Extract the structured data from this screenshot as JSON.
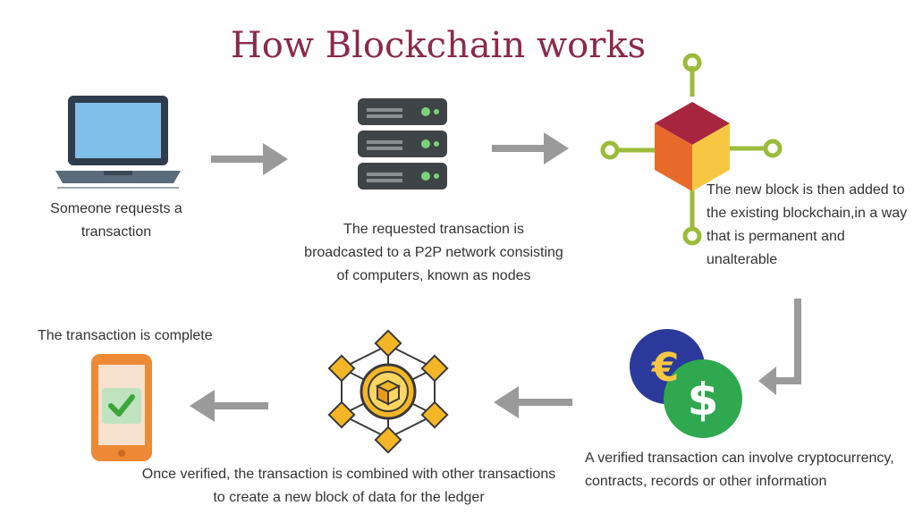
{
  "title": "How Blockchain works",
  "steps": {
    "request": "Someone requests a transaction",
    "broadcast": "The requested transaction is broadcasted to a P2P network consisting of computers, known as nodes",
    "new_block": "The new block is then added to the existing blockchain,in a way that is permanent and unalterable",
    "verified": "A verified transaction can involve cryptocurrency, contracts, records or other information",
    "combined": "Once verified, the transaction is combined with other transactions to create a new block of data for the ledger",
    "complete": "The transaction is complete"
  },
  "icons": {
    "request": "laptop-icon",
    "broadcast": "server-stack-icon",
    "new_block": "cube-block-icon",
    "verified": "currency-coins-icon",
    "combined": "block-network-icon",
    "complete": "smartphone-check-icon"
  },
  "coins": {
    "euro": "€",
    "dollar": "$"
  },
  "colors": {
    "title": "#8b2a4a",
    "arrow": "#9a9a9a",
    "node_green": "#9bbb3a",
    "laptop_screen": "#7fbfe9",
    "server": "#3f4446",
    "cube_top": "#a8253f",
    "cube_left": "#e86a2a",
    "cube_right": "#f7c744",
    "euro_coin": "#2b3a9a",
    "dollar_coin": "#2fa84f",
    "network": "#f4b626",
    "phone": "#ee8a36"
  }
}
